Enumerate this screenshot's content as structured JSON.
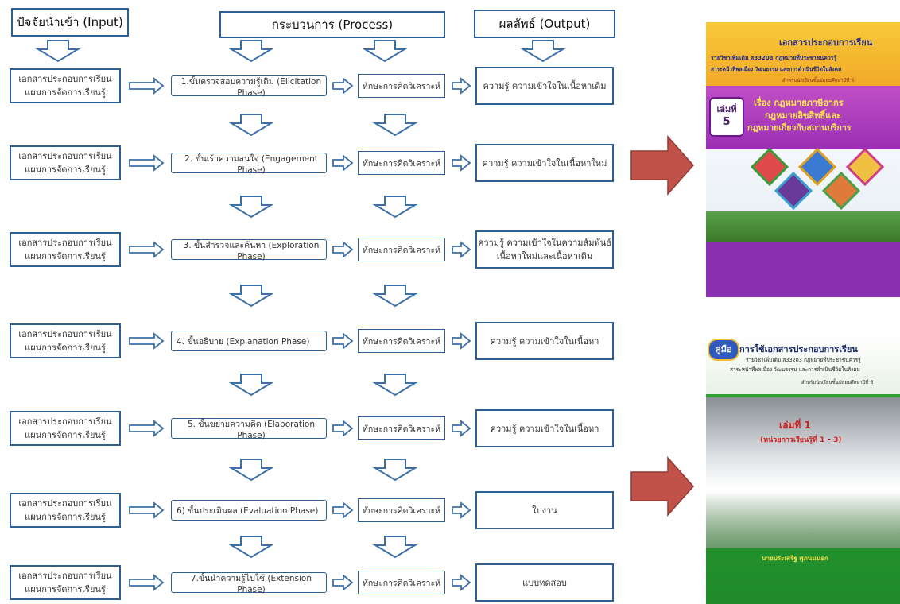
{
  "headers": {
    "input": "ปัจจัยนำเข้า (Input)",
    "process": "กระบวนการ (Process)",
    "output": "ผลลัพธ์ (Output)"
  },
  "rows": [
    {
      "input": [
        "เอกสารประกอบการเรียน",
        "แผนการจัดการเรียนรู้"
      ],
      "process": "1.ขั้นตรวจสอบความรู้เดิม (Elicitation Phase)",
      "skill": "ทักษะการคิดวิเคราะห์",
      "output": [
        "ความรู้ ความเข้าใจในเนื้อหาเดิม"
      ]
    },
    {
      "input": [
        "เอกสารประกอบการเรียน",
        "แผนการจัดการเรียนรู้"
      ],
      "process": "2. ขั้นเร้าความสนใจ (Engagement Phase)",
      "skill": "ทักษะการคิดวิเคราะห์",
      "output": [
        "ความรู้ ความเข้าใจในเนื้อหาใหม่"
      ]
    },
    {
      "input": [
        "เอกสารประกอบการเรียน",
        "แผนการจัดการเรียนรู้"
      ],
      "process": "3. ขั้นสำรวจและค้นหา (Exploration Phase)",
      "skill": "ทักษะการคิดวิเคราะห์",
      "output": [
        "ความรู้ ความเข้าใจในความสัมพันธ์",
        "เนื้อหาใหม่และเนื้อหาเดิม"
      ]
    },
    {
      "input": [
        "เอกสารประกอบการเรียน",
        "แผนการจัดการเรียนรู้"
      ],
      "process": "4. ขั้นอธิบาย (Explanation Phase)",
      "skill": "ทักษะการคิดวิเคราะห์",
      "output": [
        "ความรู้ ความเข้าใจในเนื้อหา"
      ]
    },
    {
      "input": [
        "เอกสารประกอบการเรียน",
        "แผนการจัดการเรียนรู้"
      ],
      "process": "5. ขั้นขยายความคิด (Elaboration Phase)",
      "skill": "ทักษะการคิดวิเคราะห์",
      "output": [
        "ความรู้ ความเข้าใจในเนื้อหา"
      ]
    },
    {
      "input": [
        "เอกสารประกอบการเรียน",
        "แผนการจัดการเรียนรู้"
      ],
      "process": "6) ขั้นประเมินผล (Evaluation Phase)",
      "skill": "ทักษะการคิดวิเคราะห์",
      "output": [
        "ใบงาน"
      ]
    },
    {
      "input": [
        "เอกสารประกอบการเรียน",
        "แผนการจัดการเรียนรู้"
      ],
      "process": "7.ขั้นนำความรู้ไปใช้ (Extension Phase)",
      "skill": "ทักษะการคิดวิเคราะห์",
      "output": [
        "แบบทดสอบ"
      ]
    }
  ],
  "cover1": {
    "title": "เอกสารประกอบการเรียน",
    "course": "รายวิชาเพิ่มเติม ส33203 กฎหมายที่ประชาชนควรรู้",
    "strand": "สาระหน้าที่พลเมือง วัฒนธรรม และการดำเนินชีวิตในสังคม",
    "level": "สำหรับนักเรียนชั้นมัธยมศึกษาปีที่ 6",
    "book_label": "เล่มที่",
    "book_no": "5",
    "topic1": "เรื่อง กฎหมายภาษีอากร",
    "topic2": "กฎหมายลิขสิทธิ์และ",
    "topic3": "กฎหมายเกี่ยวกับสถานบริการ"
  },
  "cover2": {
    "badge": "คู่มือ",
    "title": "การใช้เอกสารประกอบการเรียน",
    "course": "รายวิชาเพิ่มเติม ส33203 กฎหมายที่ประชาชนควรรู้",
    "strand": "สาระหน้าที่พลเมือง วัฒนธรรม และการดำเนินชีวิตในสังคม",
    "level": "สำหรับนักเรียนชั้นมัธยมศึกษาปีที่ 6",
    "book": "เล่มที่ 1",
    "units": "(หน่วยการเรียนรู้ที่ 1 – 3)",
    "author": "นายประเสริฐ ศุภนนนอก"
  },
  "colors": {
    "border": "#2e5f93",
    "arrow": "#3c6fa8",
    "red_arrow": "#b5473f"
  }
}
